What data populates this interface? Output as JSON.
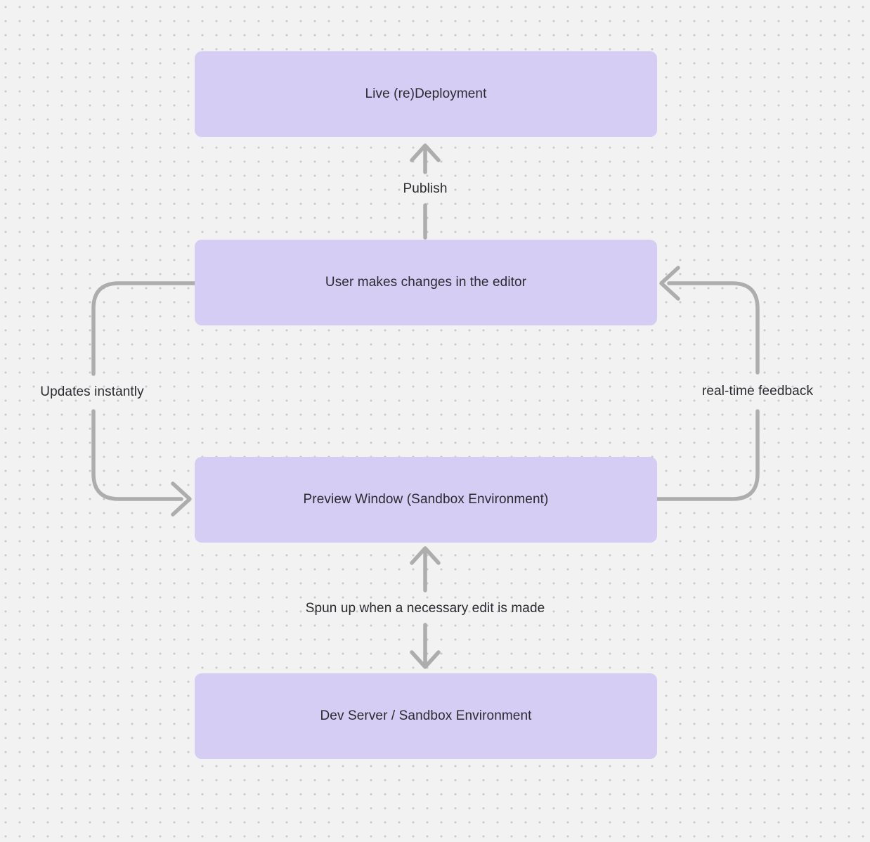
{
  "diagram": {
    "nodes": [
      {
        "id": "live-redeployment",
        "label": "Live (re)Deployment"
      },
      {
        "id": "user-editor",
        "label": "User makes changes in the editor"
      },
      {
        "id": "preview-window",
        "label": "Preview Window (Sandbox Environment)"
      },
      {
        "id": "dev-server",
        "label": "Dev Server / Sandbox Environment"
      }
    ],
    "edges": [
      {
        "from": "user-editor",
        "to": "live-redeployment",
        "label": "Publish",
        "direction": "up"
      },
      {
        "from": "user-editor",
        "to": "preview-window",
        "label": "Updates instantly",
        "direction": "down-left-loop"
      },
      {
        "from": "preview-window",
        "to": "user-editor",
        "label": "real-time feedback",
        "direction": "up-right-loop"
      },
      {
        "from": "preview-window",
        "to": "dev-server",
        "label": "Spun up when a necessary edit is made",
        "direction": "bidirectional"
      }
    ],
    "colors": {
      "background": "#f2f2f2",
      "dot": "#c9c9c9",
      "node_fill": "#d6cdf4",
      "node_text": "#2a2a30",
      "arrow": "#adadad",
      "label_text": "#2a2a30"
    }
  }
}
